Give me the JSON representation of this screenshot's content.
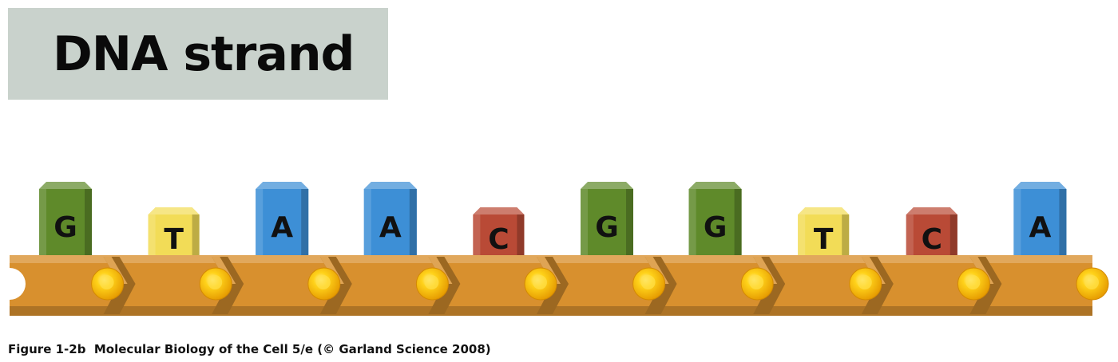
{
  "title": "DNA strand",
  "caption": "Figure 1-2b  Molecular Biology of the Cell 5/e (© Garland Science 2008)",
  "colors": {
    "G": "#5f8a2a",
    "T": "#f2dc57",
    "A": "#3d8fd6",
    "C": "#b94a36",
    "backbone": "#d8902e",
    "phosphate": "#f6b800",
    "title_bg": "#c9d2cc"
  },
  "sequence": [
    {
      "base": "G",
      "size": "tall"
    },
    {
      "base": "T",
      "size": "short"
    },
    {
      "base": "A",
      "size": "tall"
    },
    {
      "base": "A",
      "size": "tall"
    },
    {
      "base": "C",
      "size": "short"
    },
    {
      "base": "G",
      "size": "tall"
    },
    {
      "base": "G",
      "size": "tall"
    },
    {
      "base": "T",
      "size": "short"
    },
    {
      "base": "C",
      "size": "short"
    },
    {
      "base": "A",
      "size": "tall"
    }
  ]
}
